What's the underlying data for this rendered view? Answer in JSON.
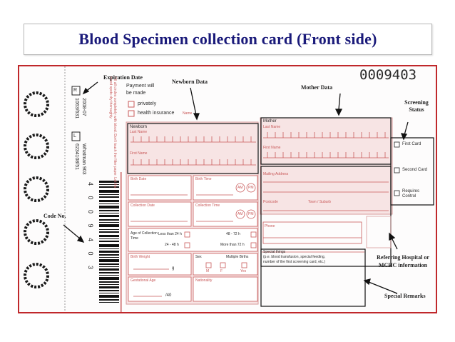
{
  "slide": {
    "title": "Blood Specimen collection card (Front side)"
  },
  "card": {
    "serial_number": "0009403",
    "ref_code": "2008-07",
    "ref_number": "1063/631",
    "lot_code": "Whatman 903",
    "lot_number": "6234108/51",
    "spine_text": "Fill all circles completely with blood. Don't touch the filter paper. Let the blood spots dry thoroughly.",
    "barcode_digits": "4 0 0 9 4 0 3",
    "payment": {
      "heading_line1": "Payment will",
      "heading_line2": "be made",
      "option_privately": "privately",
      "option_insurance": "health insurance",
      "name_label": "Name"
    },
    "newborn": {
      "section_label": "Newborn",
      "last_name": "Last Name",
      "first_name": "First Name",
      "birth_date": "Birth Date",
      "birth_time": "Birth Time",
      "collection_date": "Collection Date",
      "collection_time": "Collection Time",
      "am": "AM",
      "pm": "PM",
      "age_label": "Age of Collection Time",
      "age_lt24": "Less than 24 h",
      "age_24_48": "24 - 48 h",
      "age_48_72": "48 - 72 h",
      "age_gt72": "More than 72 h",
      "birth_weight": "Birth Weight",
      "weight_unit": "g",
      "sex": "Sex",
      "sex_m": "M",
      "sex_f": "F",
      "multiple_births": "Multiple Births",
      "multiple_yes": "Yes",
      "gestational_age": "Gestational Age",
      "ga_unit": "/40",
      "nationality": "Nationality"
    },
    "mother": {
      "section_label": "Mother",
      "last_name": "Last Name",
      "first_name": "First Name",
      "mailing_address": "Mailing Address",
      "postcode": "Postcode",
      "town": "Town / Suburb",
      "phone": "Phone"
    },
    "special": {
      "heading": "Special things",
      "line1": "(p.e. blood transfusion, special feeding,",
      "line2": "number of the first screening card, etc.)"
    },
    "screening": {
      "first_card": "First Card",
      "second_card": "Second Card",
      "requires_control": "Requires Control"
    }
  },
  "annotations": {
    "expiration_date": "Expiration Date",
    "newborn_data": "Newborn Data",
    "mother_data": "Mother Data",
    "screening_status": "Screening Status",
    "code_no": "Code No.",
    "referring_hospital": "Referring Hospital or MCHC information",
    "special_remarks": "Special Remarks"
  }
}
